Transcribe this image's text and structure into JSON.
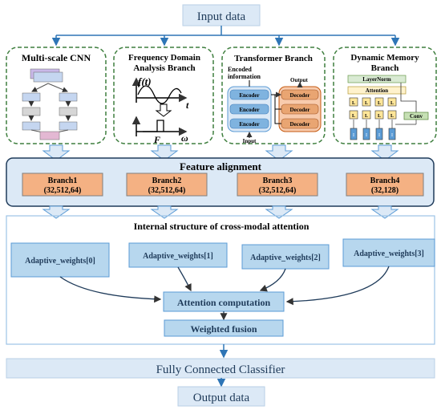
{
  "input_label": "Input data",
  "branches": [
    {
      "title_lines": [
        "Multi-scale CNN"
      ]
    },
    {
      "title_lines": [
        "Frequency Domain",
        "Analysis Branch"
      ],
      "f_of_t": "f(t)",
      "t": "t",
      "F": "F",
      "omega": "ω"
    },
    {
      "title_lines": [
        "Transformer Branch"
      ],
      "encoded_lines": [
        "Encoded",
        "information"
      ],
      "output": "Output",
      "input": "Input",
      "encoder": "Encoder",
      "decoder": "Decoder"
    },
    {
      "title_lines": [
        "Dynamic Memory",
        "Branch"
      ],
      "layernorm": "LayerNorm",
      "attention": "Attention",
      "conv": "Conv",
      "cell": "L",
      "inp": "I"
    }
  ],
  "feature_alignment": {
    "title": "Feature alignment",
    "boxes": [
      {
        "name": "Branch1",
        "shape": "(32,512,64)"
      },
      {
        "name": "Branch2",
        "shape": "(32,512,64)"
      },
      {
        "name": "Branch3",
        "shape": "(32,512,64)"
      },
      {
        "name": "Branch4",
        "shape": "(32,128)"
      }
    ]
  },
  "attention_section": {
    "title": "Internal structure of cross-modal attention",
    "weights": [
      "Adaptive_weights[0]",
      "Adaptive_weights[1]",
      "Adaptive_weights[2]",
      "Adaptive_weights[3]"
    ],
    "computation": "Attention computation",
    "fusion": "Weighted fusion"
  },
  "classifier": "Fully Connected Classifier",
  "output_label": "Output data",
  "colors": {
    "light_blue": "#dce9f6",
    "box_blue": "#b7d7ee",
    "border_blue": "#5b9bd5",
    "arrow_blue": "#2e75b6",
    "dashed_green": "#3f7f3f",
    "orange": "#f4b183",
    "dark_text": "#1f3b5a"
  }
}
